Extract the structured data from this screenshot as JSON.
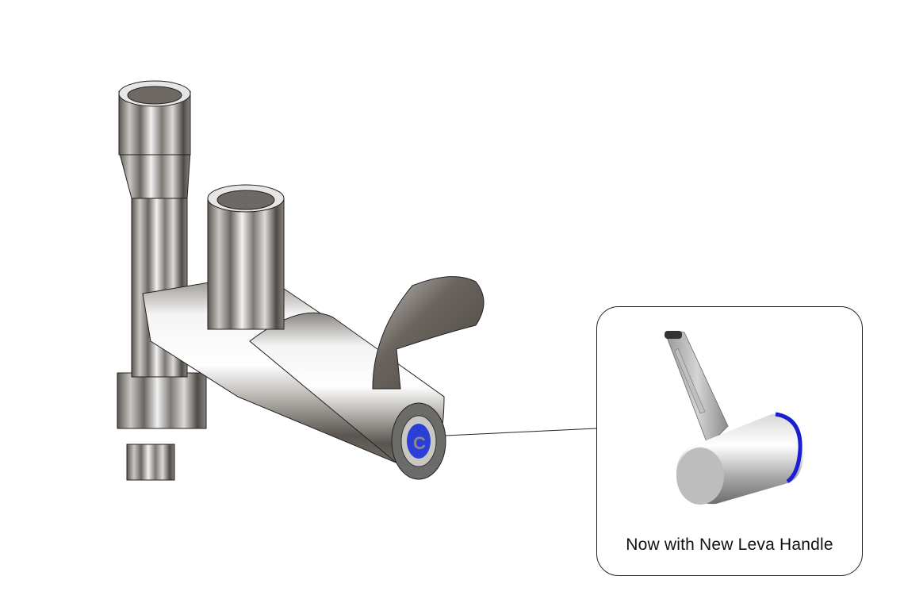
{
  "product": {
    "name": "Wall-mounted tap with lever handle",
    "badge_letter": "C",
    "badge_color": "#2b3fd6"
  },
  "callout": {
    "caption": "Now with New Leva Handle",
    "ring_color": "#1a1fd0"
  }
}
